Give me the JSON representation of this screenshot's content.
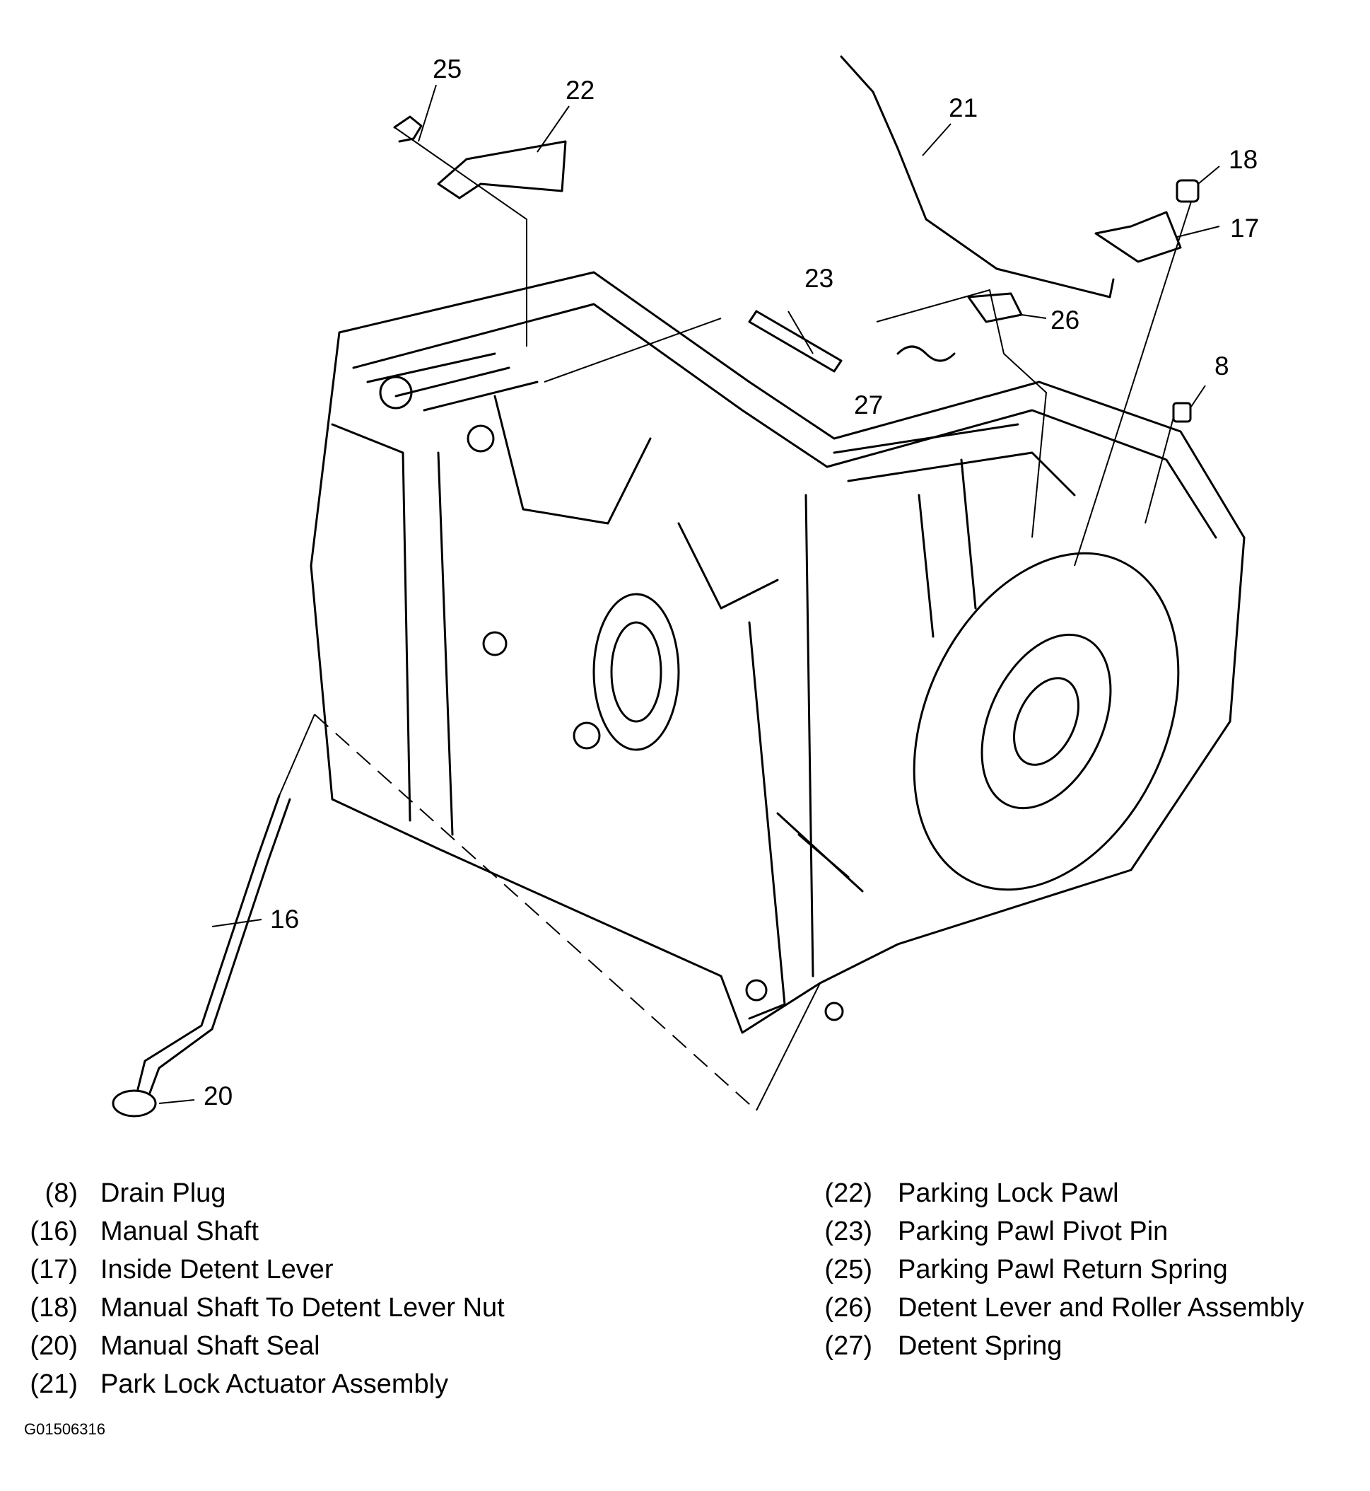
{
  "callouts": {
    "c25": "25",
    "c22": "22",
    "c21": "21",
    "c18": "18",
    "c17": "17",
    "c23": "23",
    "c26": "26",
    "c27": "27",
    "c8": "8",
    "c16": "16",
    "c20": "20"
  },
  "legend": {
    "left": [
      {
        "num": "(8)",
        "label": "Drain Plug"
      },
      {
        "num": "(16)",
        "label": "Manual Shaft"
      },
      {
        "num": "(17)",
        "label": "Inside Detent Lever"
      },
      {
        "num": "(18)",
        "label": "Manual Shaft To Detent Lever Nut"
      },
      {
        "num": "(20)",
        "label": "Manual Shaft Seal"
      },
      {
        "num": "(21)",
        "label": "Park Lock Actuator Assembly"
      }
    ],
    "right": [
      {
        "num": "(22)",
        "label": "Parking Lock Pawl"
      },
      {
        "num": "(23)",
        "label": "Parking Pawl Pivot Pin"
      },
      {
        "num": "(25)",
        "label": "Parking Pawl Return Spring"
      },
      {
        "num": "(26)",
        "label": "Detent Lever and Roller Assembly"
      },
      {
        "num": "(27)",
        "label": "Detent Spring"
      }
    ]
  },
  "figure_id": "G01506316"
}
